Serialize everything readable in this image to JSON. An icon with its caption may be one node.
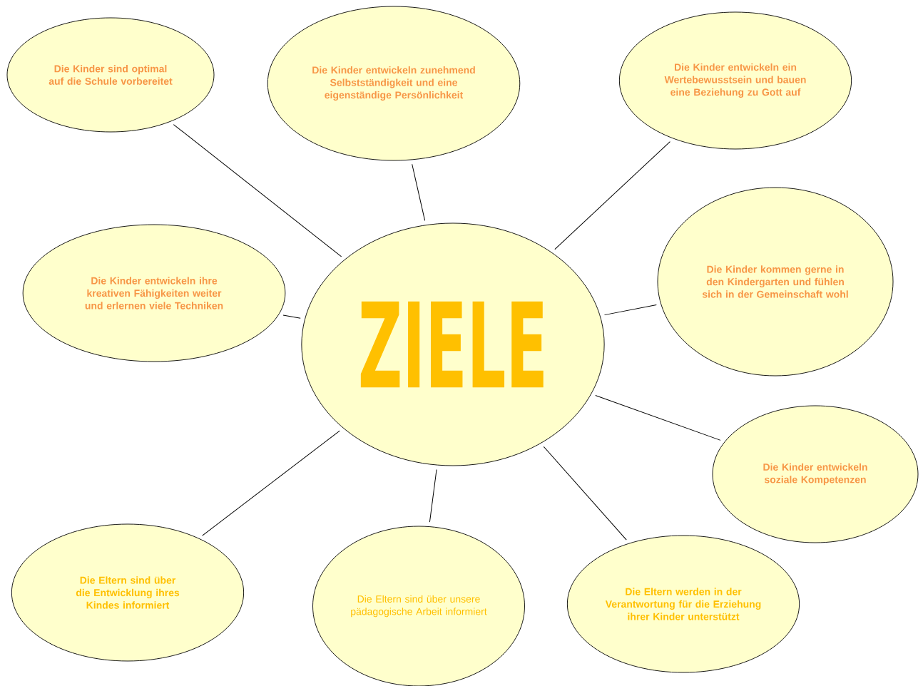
{
  "diagram": {
    "nodes": [
      {
        "text": [
          "ZIELE"
        ]
      },
      {
        "text": [
          "Die Kinder sind optimal auf die Schule vorbereitet"
        ]
      },
      {
        "text": [
          "Die Kinder entwickeln zunehmend Selbstständigkeit und eine eigenständige Persönlichkeit"
        ]
      },
      {
        "text": [
          "Die Kinder entwickeln ein Wertebewusstsein und bauen eine Beziehung zu Gott auf"
        ]
      },
      {
        "text": [
          "Die Kinder entwickeln ihre kreativen Fähigkeiten weiter und erlernen viele Techniken"
        ]
      },
      {
        "text": [
          "Die Kinder kommen gerne in den Kindergarten und fühlen sich in der Gemeinschaft wohl"
        ]
      },
      {
        "text": [
          "Die Kinder entwickeln soziale Kompetenzen"
        ]
      },
      {
        "text": [
          "Die Eltern sind über die Entwicklung ihres Kindes informiert"
        ]
      },
      {
        "text": [
          "Die Eltern sind über unsere pädagogische Arbeit informiert"
        ]
      },
      {
        "text": [
          "Die Eltern werden in der Verantwortung für die Erziehung ihrer Kinder unterstützt"
        ]
      }
    ],
    "edges": [
      {
        "from": 0,
        "to": 1,
        "arrow": "none"
      },
      {
        "from": 0,
        "to": 2,
        "arrow": "none"
      },
      {
        "from": 0,
        "to": 3,
        "arrow": "none"
      },
      {
        "from": 0,
        "to": 4,
        "arrow": "none"
      },
      {
        "from": 0,
        "to": 5,
        "arrow": "none"
      },
      {
        "from": 0,
        "to": 6,
        "arrow": "none"
      },
      {
        "from": 0,
        "to": 7,
        "arrow": "none"
      },
      {
        "from": 0,
        "to": 8,
        "arrow": "none"
      },
      {
        "from": 0,
        "to": 9,
        "arrow": "none"
      }
    ]
  }
}
